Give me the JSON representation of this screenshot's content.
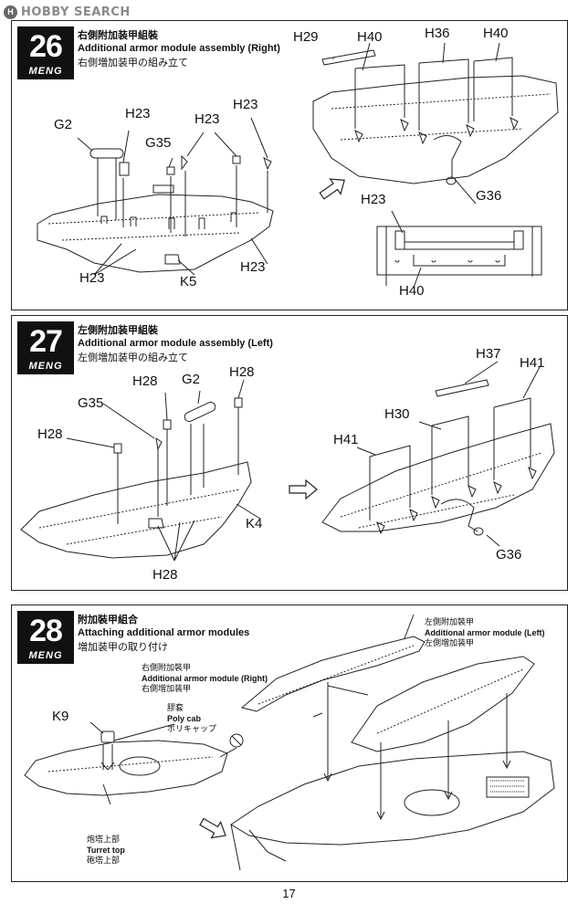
{
  "watermark": {
    "text": "HOBBY SEARCH",
    "badge": "H"
  },
  "brand": "MENG",
  "steps": [
    {
      "number": "26",
      "title_cn": "右側附加装甲組裝",
      "title_en": "Additional armor module assembly (Right)",
      "title_jp": "右側増加装甲の組み立て",
      "labels": [
        "G2",
        "H23",
        "H23",
        "H23",
        "G35",
        "H23",
        "H23",
        "K5",
        "H29",
        "H40",
        "H36",
        "H40",
        "G36",
        "H23",
        "H40"
      ]
    },
    {
      "number": "27",
      "title_cn": "左側附加装甲組裝",
      "title_en": "Additional armor module assembly (Left)",
      "title_jp": "左側増加装甲の組み立て",
      "labels": [
        "H28",
        "G2",
        "H28",
        "G35",
        "H28",
        "K4",
        "H28",
        "H37",
        "H41",
        "H30",
        "H41",
        "G36"
      ]
    },
    {
      "number": "28",
      "title_cn": "附加裝甲組合",
      "title_en": "Attaching additional armor modules",
      "title_jp": "増加装甲の取り付け",
      "callouts": {
        "left_module": {
          "cn": "左側附加裝甲",
          "en": "Additional armor module (Left)",
          "jp": "左側増加装甲"
        },
        "right_module": {
          "cn": "右側附加裝甲",
          "en": "Additional armor module (Right)",
          "jp": "右側増加装甲"
        },
        "poly_cab": {
          "cn": "膠套",
          "en": "Poly cab",
          "jp": "ポリキャップ"
        },
        "turret_top": {
          "cn": "炮塔上部",
          "en": "Turret top",
          "jp": "砲塔上部"
        },
        "part": "K9"
      }
    }
  ],
  "page_number": "17",
  "icons": {
    "watermark": "hobby-search-logo",
    "no_glue": "no-glue-icon",
    "arrow": "right-arrow-icon"
  }
}
